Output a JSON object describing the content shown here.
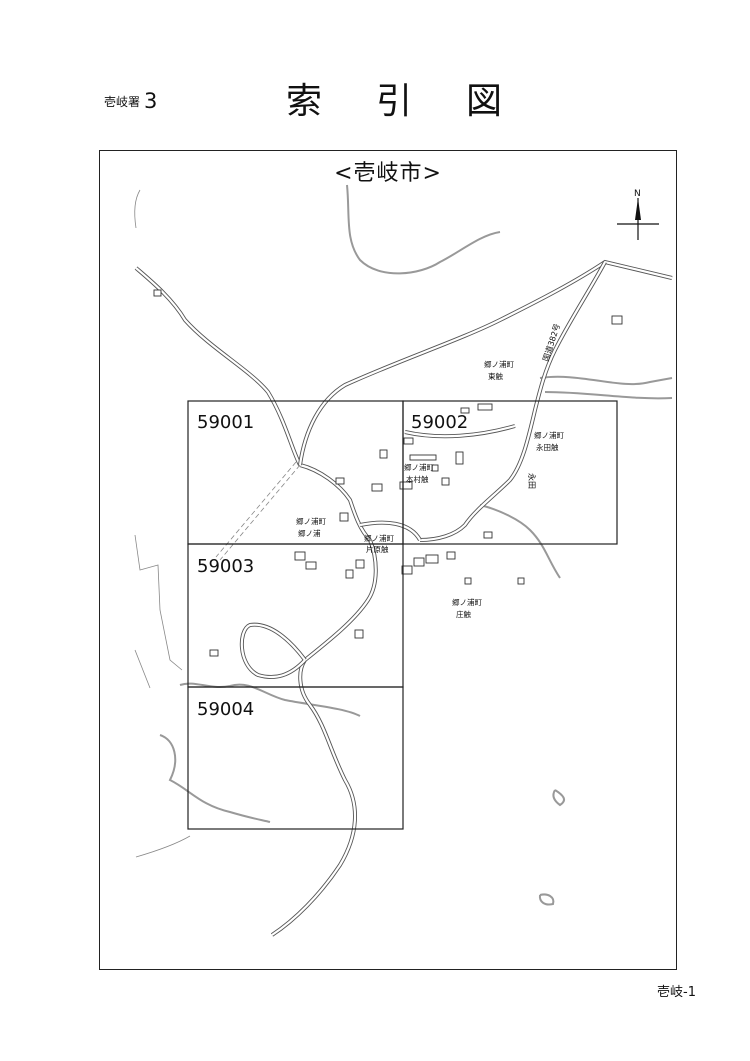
{
  "header": {
    "office": "壱岐署",
    "office_number": "3",
    "title": "索引図"
  },
  "map": {
    "city": "<壱岐市>",
    "north_label": "N",
    "cells": [
      {
        "id": "59001"
      },
      {
        "id": "59002"
      },
      {
        "id": "59003"
      },
      {
        "id": "59004"
      }
    ],
    "places": [
      {
        "line1": "郷ノ浦町",
        "line2": "東触"
      },
      {
        "line1": "郷ノ浦町",
        "line2": "永田触"
      },
      {
        "line1": "郷ノ浦町",
        "line2": "本村触"
      },
      {
        "line1": "郷ノ浦町",
        "line2": "郷ノ浦"
      },
      {
        "line1": "郷ノ浦町",
        "line2": "片原触"
      },
      {
        "line1": "郷ノ浦町",
        "line2": "庄触"
      }
    ],
    "road_labels": {
      "route": "国道382号",
      "other": "永田"
    }
  },
  "footer": {
    "sheet": "壱岐-1"
  }
}
